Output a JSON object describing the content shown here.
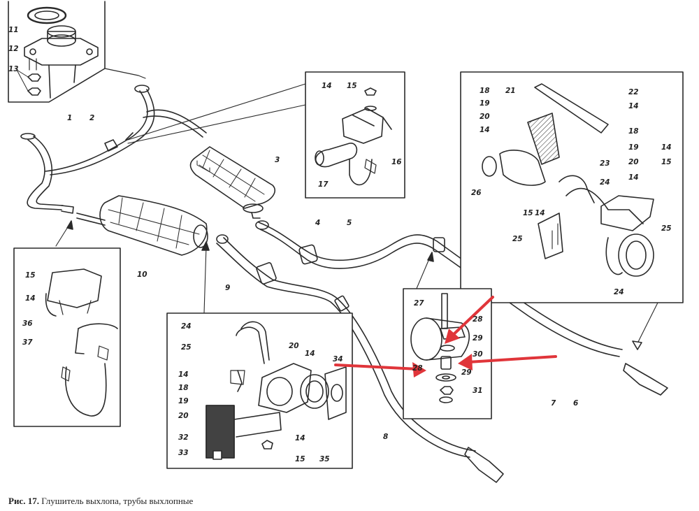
{
  "caption": {
    "fig": "Рис. 17.",
    "text": "Глушитель выхлопа, трубы выхлопные"
  },
  "colors": {
    "ink": "#2a2a2a",
    "arrow": "#e0353a",
    "panel_fill": "#ffffff",
    "hatch": "#555555"
  },
  "labels": {
    "main": [
      "1",
      "2",
      "3",
      "4",
      "5",
      "6",
      "7",
      "8",
      "9",
      "10"
    ],
    "top_left_inset": [
      "11",
      "12",
      "13"
    ],
    "top_mid_inset": [
      "14",
      "15",
      "16",
      "17"
    ],
    "right_inset": [
      "18",
      "19",
      "20",
      "14",
      "21",
      "22",
      "14",
      "18",
      "19",
      "20",
      "14",
      "23",
      "24",
      "26",
      "14",
      "15",
      "14",
      "15",
      "25",
      "25",
      "24"
    ],
    "left_inset": [
      "15",
      "14",
      "36",
      "37"
    ],
    "bottom_inset": [
      "24",
      "25",
      "20",
      "14",
      "34",
      "14",
      "18",
      "19",
      "20",
      "32",
      "33",
      "14",
      "15",
      "35"
    ],
    "mount_inset": [
      "27",
      "28",
      "29",
      "30",
      "29",
      "31",
      "28"
    ]
  }
}
